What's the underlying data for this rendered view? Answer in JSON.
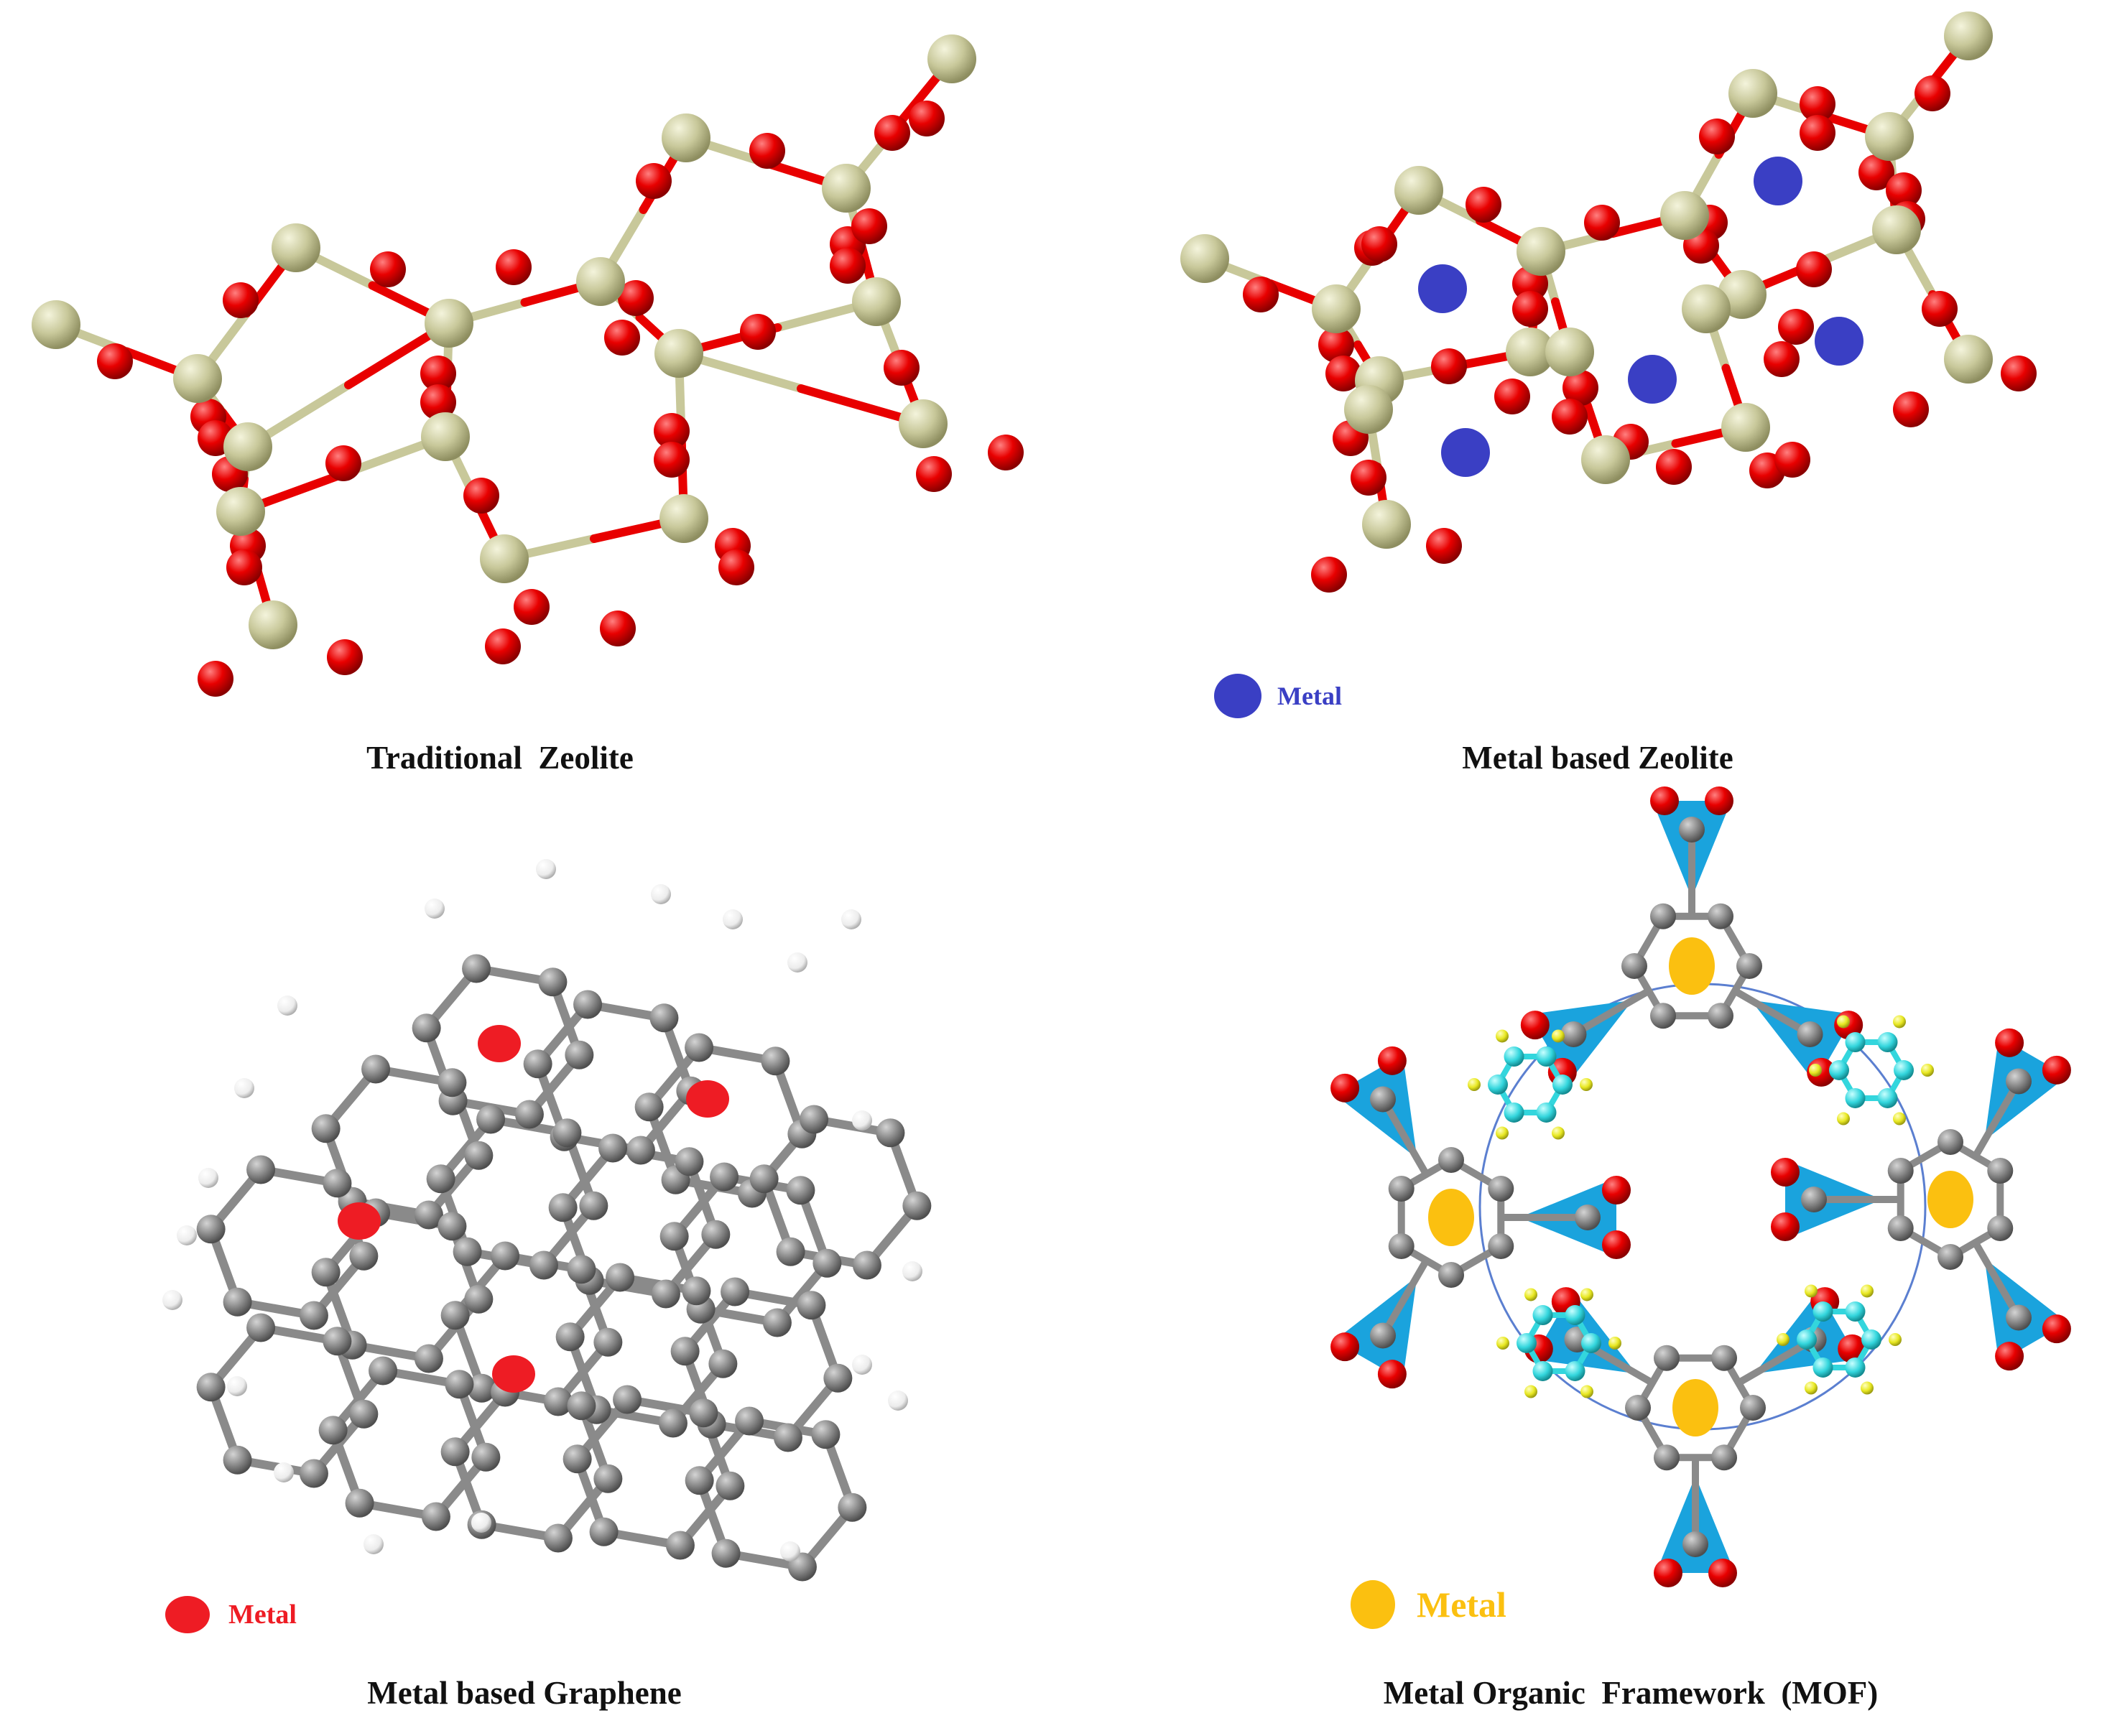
{
  "panels": {
    "traditional_zeolite": {
      "caption": "Traditional  Zeolite"
    },
    "metal_zeolite": {
      "caption": "Metal based Zeolite",
      "legend_label": "Metal",
      "legend_color": "#3a3fc4"
    },
    "metal_graphene": {
      "caption": "Metal based Graphene",
      "legend_label": "Metal",
      "legend_color": "#ee1c24"
    },
    "mof": {
      "caption": "Metal Organic  Framework  (MOF)",
      "legend_label": "Metal",
      "legend_color": "#fbc010"
    }
  },
  "colors": {
    "silicon": "#c8c89a",
    "oxygen": "#e80000",
    "carbon": "#8a8a8a",
    "hydrogen": "#f4f4f4",
    "mof_triangle": "#1aa3dd",
    "linker": "#33d6dd",
    "linker_h": "#e8e822",
    "pore_circle": "#5b7fd0"
  }
}
